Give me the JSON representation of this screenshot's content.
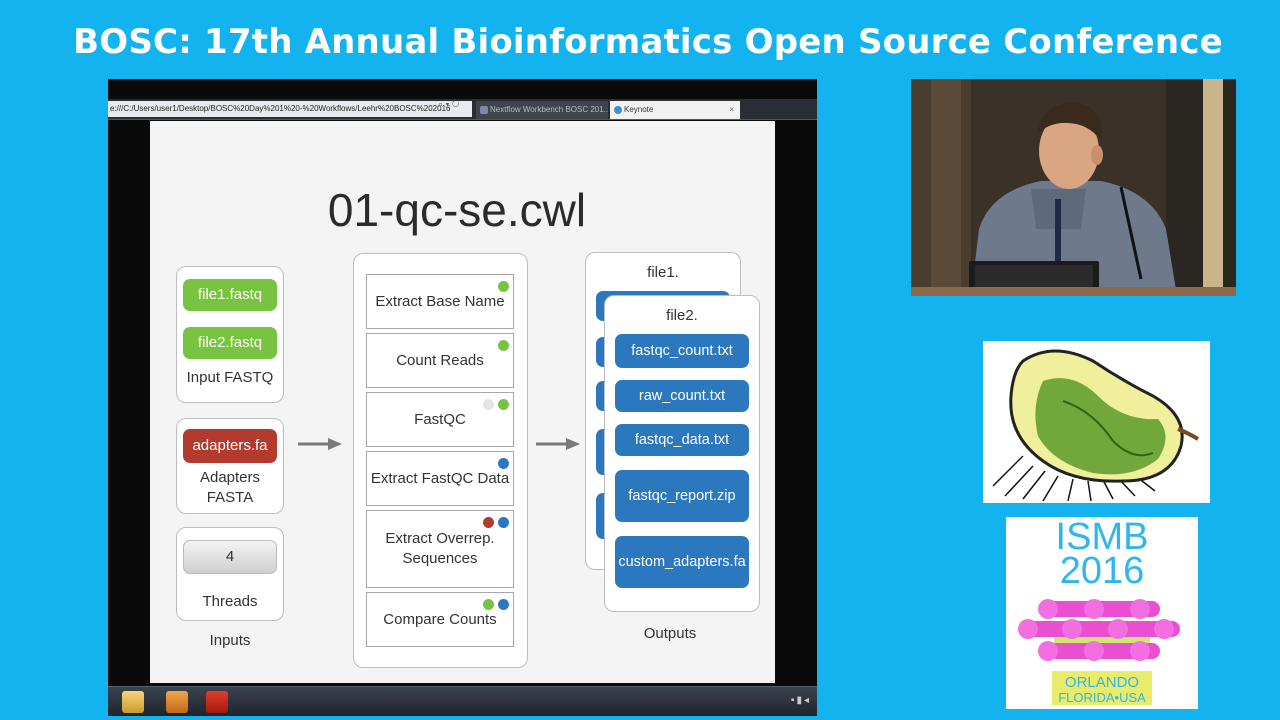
{
  "header": {
    "title": "BOSC: 17th Annual Bioinformatics Open Source Conference"
  },
  "browser": {
    "address": "e:///C:/Users/user1/Desktop/BOSC%20Day%201%20-%20Workflows/Leehr%20BOSC%202016",
    "address_icons": "⌕ ▾ ↻",
    "tabs": [
      {
        "label": "Nextflow Workbench BOSC 201..."
      },
      {
        "label": "Keynote"
      }
    ],
    "tab_close": "×"
  },
  "slide": {
    "title": "01-qc-se.cwl",
    "inputs": {
      "fastq_files": [
        "file1.fastq",
        "file2.fastq"
      ],
      "fastq_label": "Input FASTQ",
      "adapters_file": "adapters.fa",
      "adapters_label": "Adapters FASTA",
      "threads_value": "4",
      "threads_label": "Threads",
      "column_label": "Inputs"
    },
    "steps": [
      {
        "label": "Extract Base Name",
        "dots": [
          "green"
        ]
      },
      {
        "label": "Count Reads",
        "dots": [
          "green"
        ]
      },
      {
        "label": "FastQC",
        "dots": [
          "white",
          "green"
        ]
      },
      {
        "label": "Extract FastQC Data",
        "dots": [
          "blue"
        ]
      },
      {
        "label": "Extract Overrep. Sequences",
        "dots": [
          "red",
          "blue"
        ]
      },
      {
        "label": "Compare Counts",
        "dots": [
          "green",
          "blue"
        ]
      }
    ],
    "outputs": {
      "back_card_label": "file1.",
      "front_card_label": "file2.",
      "files": [
        "fastqc_count.txt",
        "raw_count.txt",
        "fastqc_data.txt",
        "fastqc_report.zip",
        "custom_adapters.fa"
      ],
      "column_label": "Outputs"
    },
    "colors": {
      "green": "#78c442",
      "blue": "#2c78bf",
      "red": "#b23b2d"
    }
  },
  "ismb_logo": {
    "line1": "ISMB",
    "line2": "2016",
    "city": "ORLANDO",
    "region": "FLORIDA•USA"
  },
  "background_color": "#12b3ee"
}
